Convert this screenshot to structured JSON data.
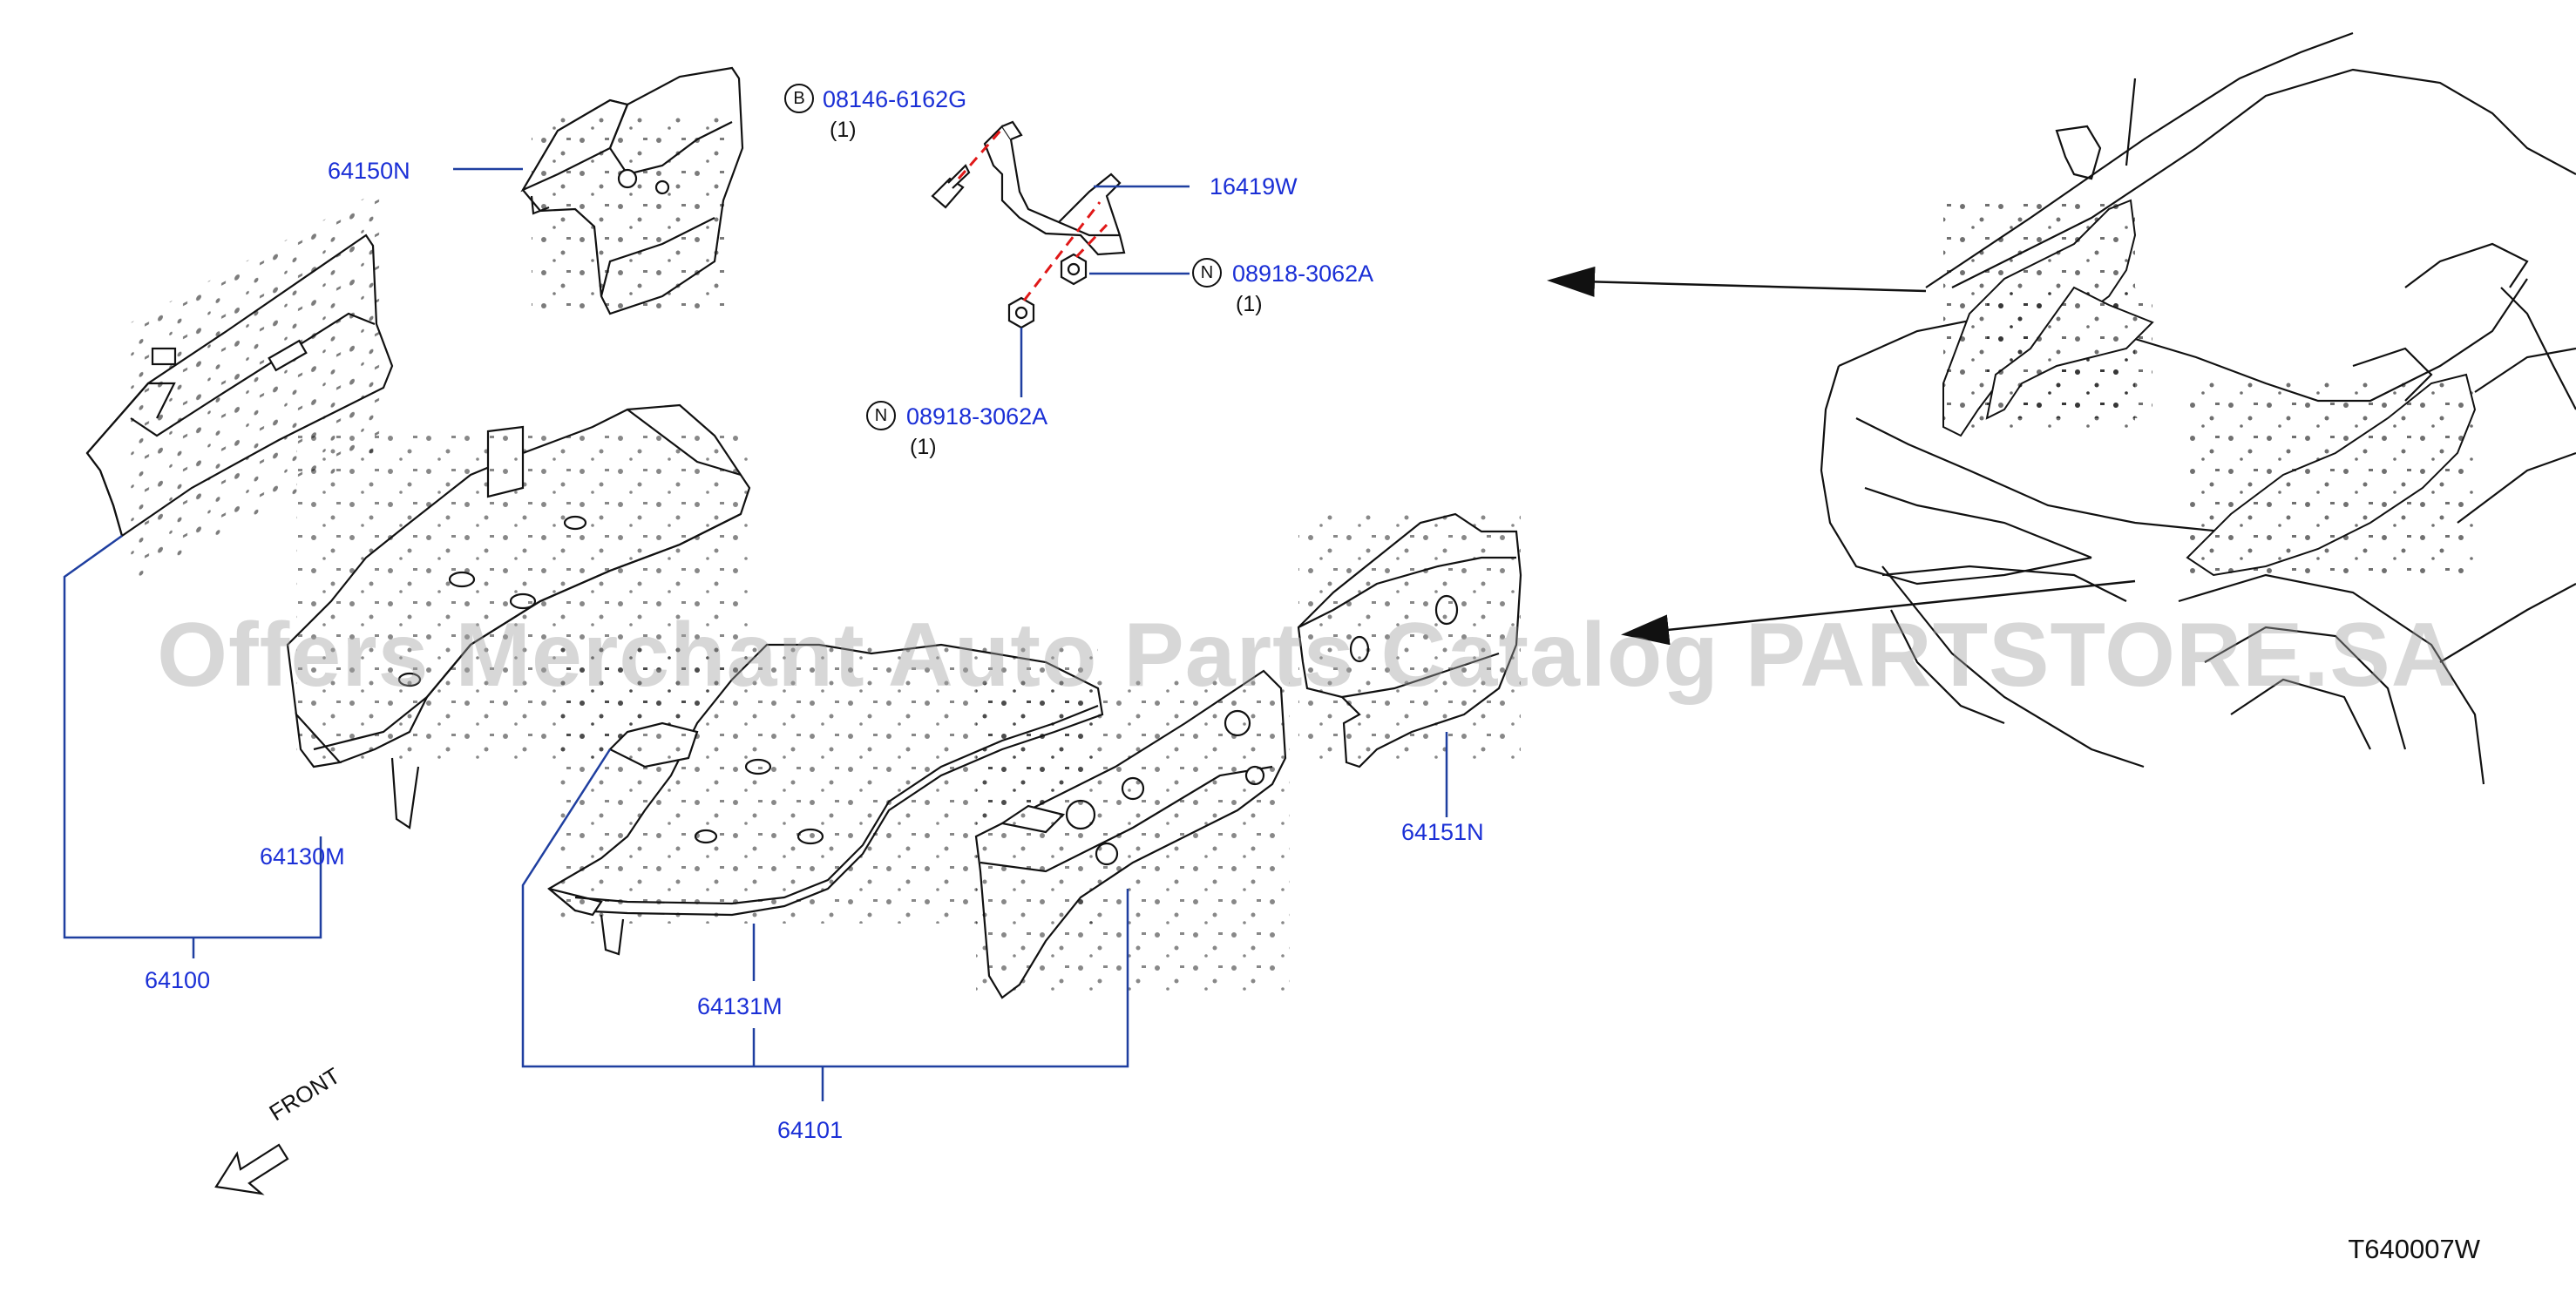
{
  "diagram": {
    "part_labels": {
      "p64150N": "64150N",
      "p64130M": "64130M",
      "p64100": "64100",
      "p64131M": "64131M",
      "p64101": "64101",
      "p64151N": "64151N",
      "p16419W": "16419W"
    },
    "fasteners": {
      "bolt": {
        "marker": "B",
        "part": "08146-6162G",
        "qty": "(1)"
      },
      "nut_upper": {
        "marker": "N",
        "part": "08918-3062A",
        "qty": "(1)"
      },
      "nut_lower": {
        "marker": "N",
        "part": "08918-3062A",
        "qty": "(1)"
      }
    },
    "direction_label": "FRONT",
    "diagram_code": "T640007W",
    "watermark": "Offers Merchant Auto Parts Catalog PARTSTORE.SA",
    "colors": {
      "label_blue": "#1a2fd6",
      "leader_blue": "#1f3fa0",
      "dash_red": "#e01818",
      "line_black": "#111111"
    }
  }
}
